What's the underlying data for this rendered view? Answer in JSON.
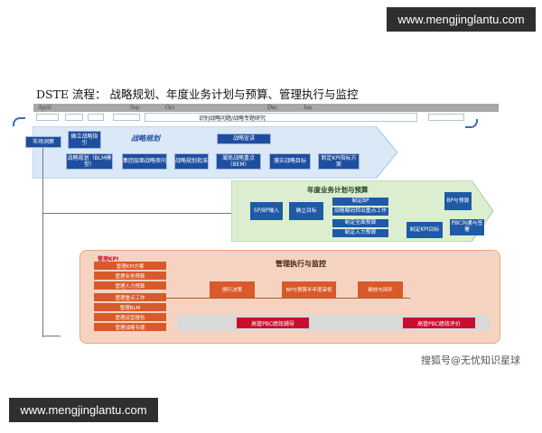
{
  "watermarks": {
    "top": "www.mengjinglantu.com",
    "bottom": "www.mengjinglantu.com"
  },
  "slide": {
    "title": "DSTE 流程：  战略规划、年度业务计划与预算、管理执行与监控",
    "timeline_months": [
      "April",
      "Sep",
      "Oct",
      "Dec",
      "Jan"
    ],
    "top_banner": "识别战略问题/战略专题研究"
  },
  "strategy": {
    "phase_label": "战略规划",
    "market_insight": "市场洞察",
    "confirm_strategy": "确立战略指引",
    "strategy_review": "战略宣讲",
    "steps": [
      "战略规划（BLM模型）",
      "集团层面战略审问",
      "战略规划批准",
      "凝炼战略重点（BEM）",
      "落实战略目标",
      "制定KPI指标方案"
    ]
  },
  "annual_plan": {
    "phase_label": "年度业务计划与预算",
    "spdbp": "SP/BP输入",
    "target": "确立目标",
    "steps": [
      "制定BP",
      "战略解码转出重点工作",
      "制定全面预算",
      "制定人力预算"
    ],
    "approve": "制定KPI目标",
    "pbc": "PBC沟通与签署",
    "bp_summary": "BP与预算"
  },
  "execution": {
    "phase_label": "管理执行与监控",
    "group_label": "管理KPI",
    "left_items": [
      "管理KPI方案",
      "管理业务预算",
      "管理人力预算",
      "管理重点工作",
      "管理BLM",
      "管理运营报告",
      "管理战略专题"
    ],
    "flow": [
      "例行决策",
      "BP与预算半年度审视",
      "绩效与闭环"
    ],
    "pbc_coach": "高管PBC绩效辅导",
    "pbc_eval": "高管PBC绩效评价"
  },
  "credit": "搜狐号@无忧知识星球",
  "colors": {
    "blue_dark": "#1f4e9e",
    "light_blue": "#dbe8f7",
    "green": "#dbeecf",
    "orange": "#f6d3c0",
    "red": "#c8102e"
  }
}
